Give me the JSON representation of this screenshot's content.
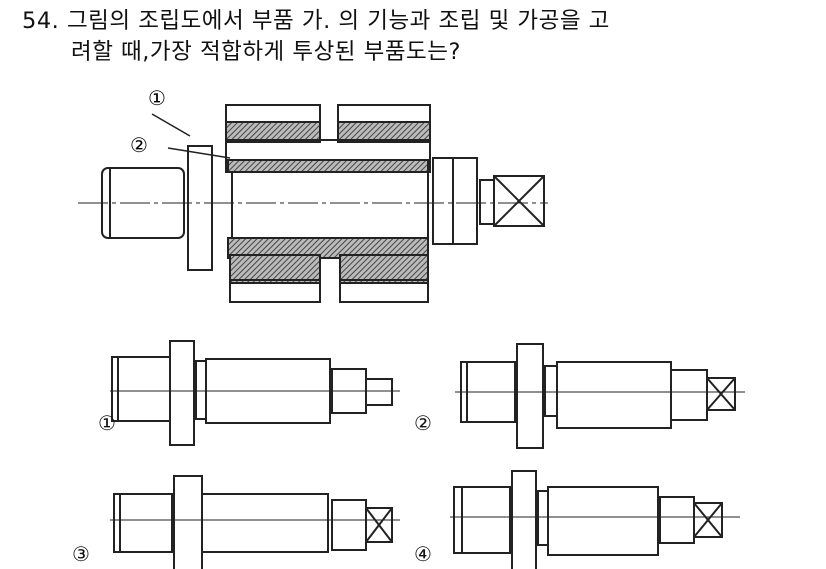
{
  "question": {
    "number": "54.",
    "line1": "그림의 조립도에서 부품 가. 의 기능과 조립 및 가공을 고",
    "line2": "려할 때,가장 적합하게 투상된 부품도는?"
  },
  "assembly": {
    "callouts": [
      "①",
      "②"
    ]
  },
  "options": [
    {
      "label": "①"
    },
    {
      "label": "②"
    },
    {
      "label": "③"
    },
    {
      "label": "④"
    }
  ]
}
